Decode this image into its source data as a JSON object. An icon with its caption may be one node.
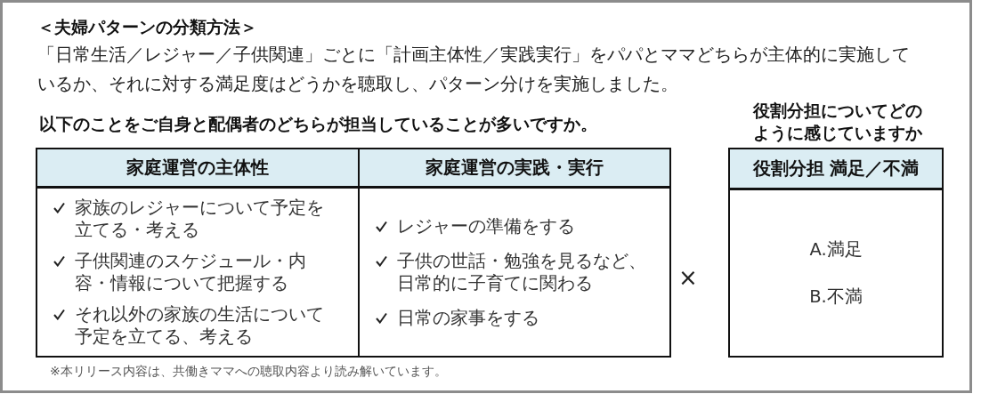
{
  "diagram": {
    "title": "＜夫婦パターンの分類方法＞",
    "nodes": [
      {
        "text": [
          "家庭運営の主体性",
          "家族のレジャーについて予定を立てる・考える",
          "子供関連のスケジュール・内容・情報について把握する",
          "それ以外の家族の生活について予定を立てる、考える"
        ]
      },
      {
        "text": [
          "家庭運営の実践・実行",
          "レジャーの準備をする",
          "子供の世話・勉強を見るなど、日常的に子育てに関わる",
          "日常の家事をする"
        ]
      },
      {
        "text": [
          "役割分担 満足／不満",
          "A.満足",
          "B.不満"
        ],
        "beside": [
          "役割分担についてどのように感じていますか"
        ]
      }
    ],
    "labels": [
      "「日常生活／レジャー／子供関連」ごとに「計画主体性／実践実行」をパパとママどちらが主体的に実施しているか、それに対する満足度はどうかを聴取し、パターン分けを実施しました。",
      "以下のことをご自身と配偶者のどちらが担当していることが多いですか。",
      "×",
      "※本リリース内容は、共働きママへの聴取内容より読み解いています。"
    ]
  }
}
